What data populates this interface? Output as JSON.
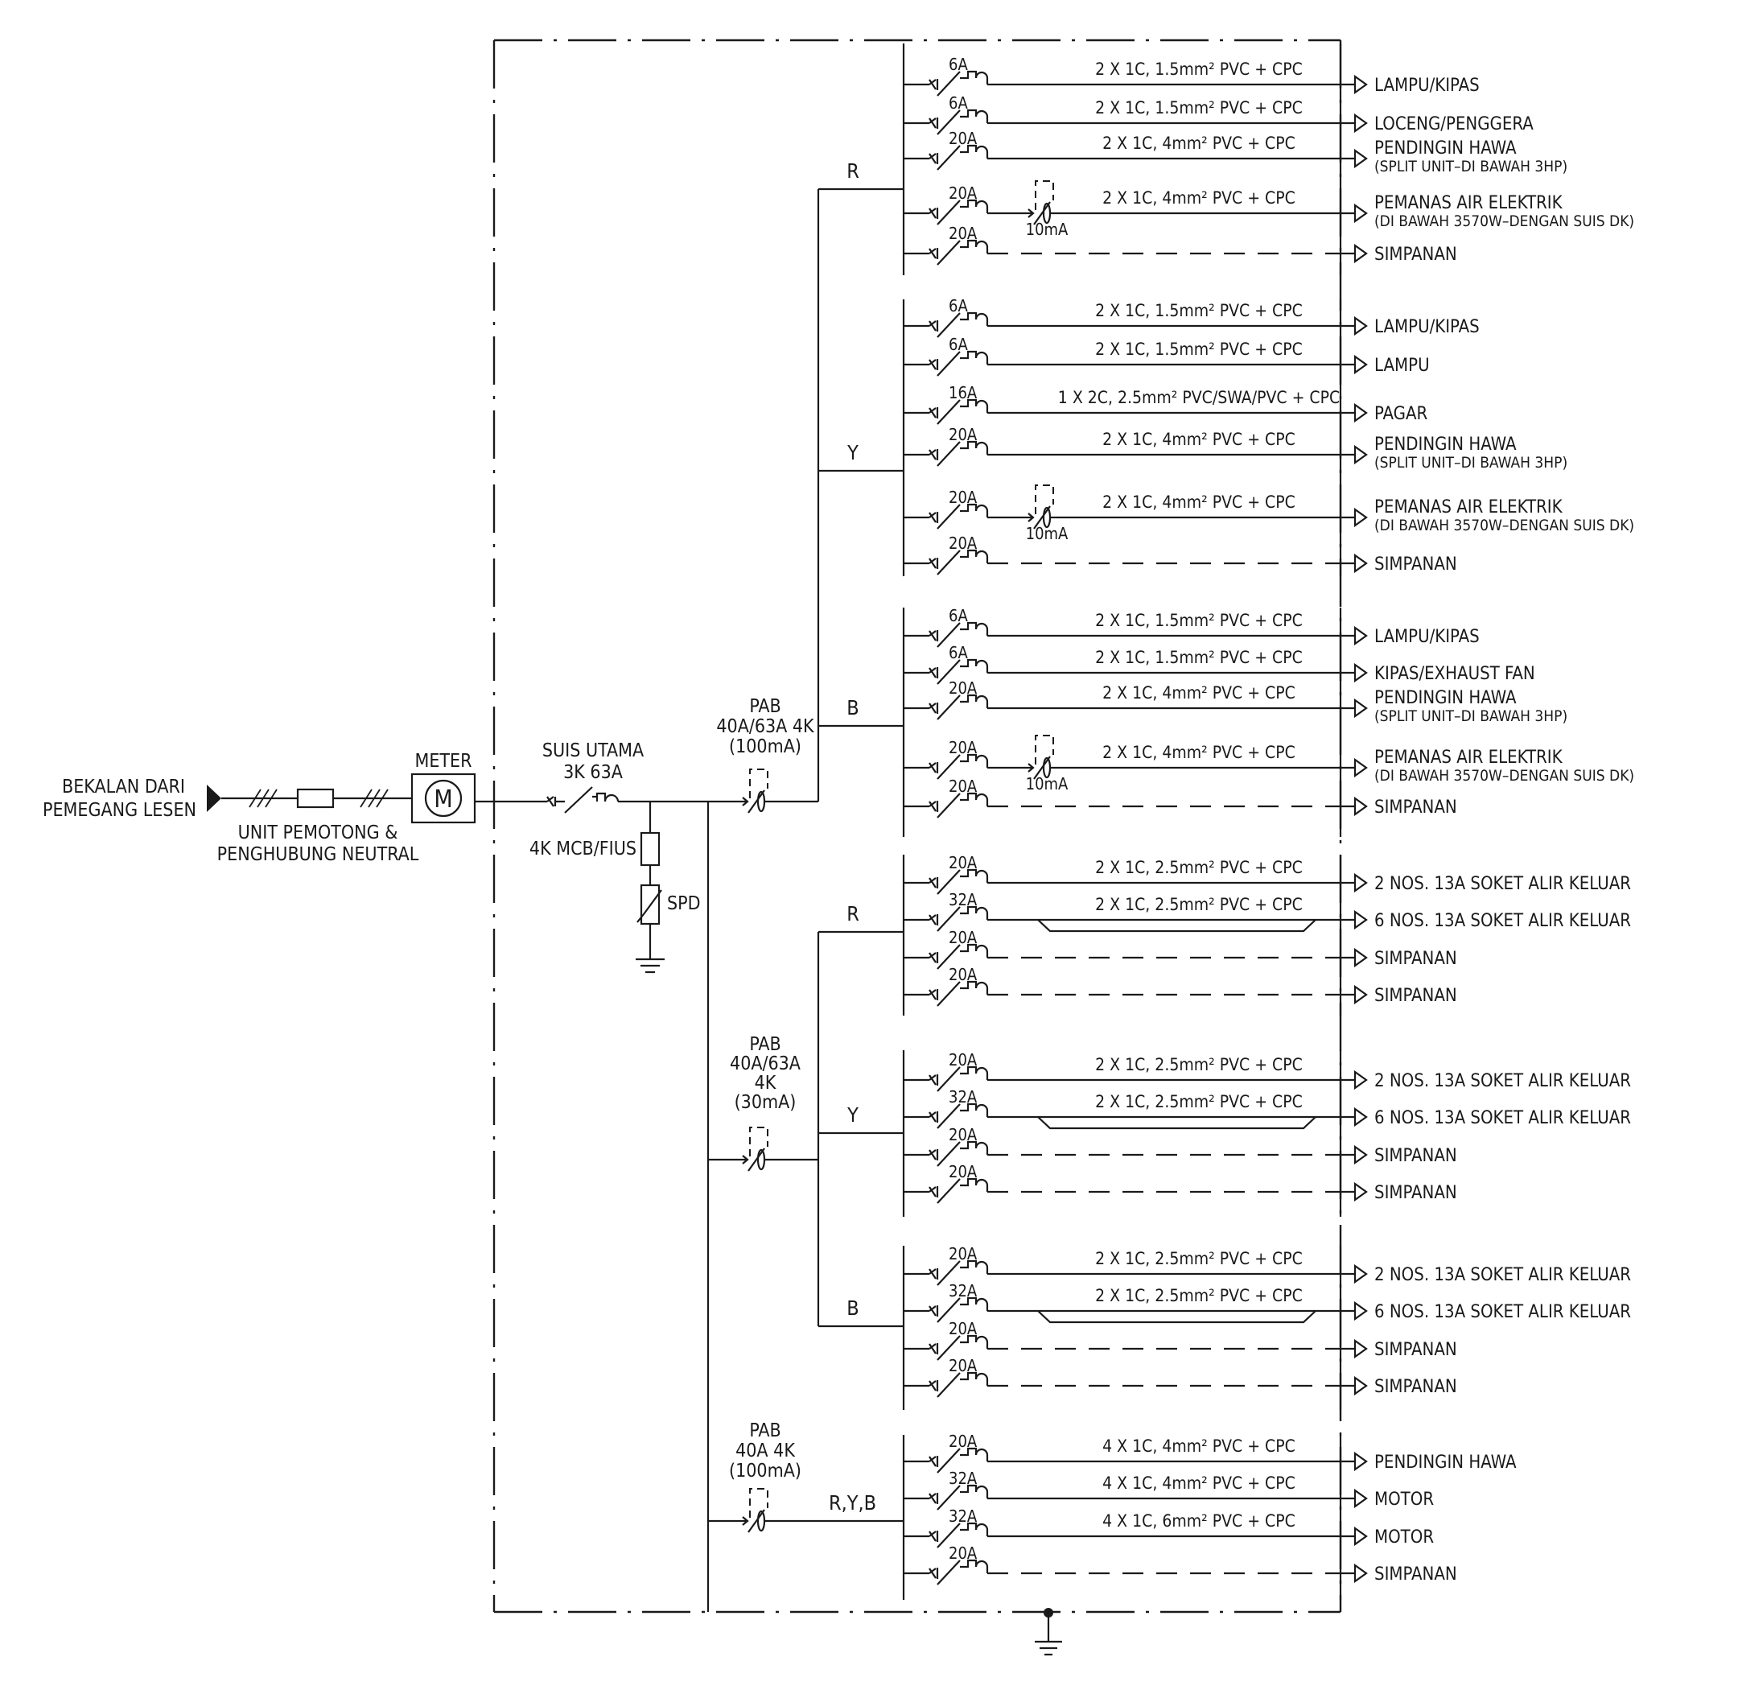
{
  "supply": {
    "label_line1": "BEKALAN DARI",
    "label_line2": "PEMEGANG LESEN",
    "cutout_line1": "UNIT PEMOTONG &",
    "cutout_line2": "PENGHUBUNG NEUTRAL",
    "meter_label": "METER",
    "meter_symbol": "M"
  },
  "main_switch": {
    "line1": "SUIS UTAMA",
    "line2": "3K 63A"
  },
  "spd": {
    "mcb_label": "4K MCB/FIUS",
    "label": "SPD"
  },
  "rccbs": [
    {
      "lines": [
        "PAB",
        "40A/63A 4K",
        "(100mA)"
      ]
    },
    {
      "lines": [
        "PAB",
        "40A/63A",
        "4K",
        "(30mA)"
      ]
    },
    {
      "lines": [
        "PAB",
        "40A 4K",
        "(100mA)"
      ],
      "bus_label": "R,Y,B"
    }
  ],
  "groups": [
    {
      "phase": "R",
      "circuits": [
        {
          "rating": "6A",
          "cable": "2 X 1C, 1.5mm² PVC + CPC",
          "load": "LAMPU/KIPAS"
        },
        {
          "rating": "6A",
          "cable": "2 X 1C, 1.5mm² PVC + CPC",
          "load": "LOCENG/PENGGERA"
        },
        {
          "rating": "20A",
          "cable": "2 X 1C, 4mm² PVC + CPC",
          "load": "PENDINGIN HAWA",
          "sub": "(SPLIT UNIT–DI BAWAH 3HP)"
        },
        {
          "rating": "20A",
          "cable": "2 X 1C, 4mm² PVC + CPC",
          "load": "PEMANAS AIR ELEKTRIK",
          "sub": "(DI BAWAH 3570W–DENGAN SUIS DK)",
          "rcd": "10mA"
        },
        {
          "rating": "20A",
          "spare": true,
          "load": "SIMPANAN"
        }
      ]
    },
    {
      "phase": "Y",
      "circuits": [
        {
          "rating": "6A",
          "cable": "2 X 1C, 1.5mm² PVC + CPC",
          "load": "LAMPU/KIPAS"
        },
        {
          "rating": "6A",
          "cable": "2 X 1C, 1.5mm² PVC + CPC",
          "load": "LAMPU"
        },
        {
          "rating": "16A",
          "cable": "1 X 2C, 2.5mm² PVC/SWA/PVC + CPC",
          "load": "PAGAR"
        },
        {
          "rating": "20A",
          "cable": "2 X 1C, 4mm² PVC + CPC",
          "load": "PENDINGIN HAWA",
          "sub": "(SPLIT UNIT–DI BAWAH 3HP)"
        },
        {
          "rating": "20A",
          "cable": "2 X 1C, 4mm² PVC + CPC",
          "load": "PEMANAS AIR ELEKTRIK",
          "sub": "(DI BAWAH 3570W–DENGAN SUIS DK)",
          "rcd": "10mA"
        },
        {
          "rating": "20A",
          "spare": true,
          "load": "SIMPANAN"
        }
      ]
    },
    {
      "phase": "B",
      "circuits": [
        {
          "rating": "6A",
          "cable": "2 X 1C, 1.5mm² PVC + CPC",
          "load": "LAMPU/KIPAS"
        },
        {
          "rating": "6A",
          "cable": "2 X 1C, 1.5mm² PVC + CPC",
          "load": "KIPAS/EXHAUST FAN"
        },
        {
          "rating": "20A",
          "cable": "2 X 1C, 4mm² PVC + CPC",
          "load": "PENDINGIN HAWA",
          "sub": "(SPLIT UNIT–DI BAWAH 3HP)"
        },
        {
          "rating": "20A",
          "cable": "2 X 1C, 4mm² PVC + CPC",
          "load": "PEMANAS AIR ELEKTRIK",
          "sub": "(DI BAWAH 3570W–DENGAN SUIS DK)",
          "rcd": "10mA"
        },
        {
          "rating": "20A",
          "spare": true,
          "load": "SIMPANAN"
        }
      ]
    },
    {
      "phase": "R",
      "circuits": [
        {
          "rating": "20A",
          "cable": "2 X 1C, 2.5mm² PVC + CPC",
          "load": "2 NOS. 13A SOKET ALIR KELUAR"
        },
        {
          "rating": "32A",
          "cable": "2 X 1C, 2.5mm² PVC + CPC",
          "load": "6 NOS. 13A SOKET ALIR KELUAR",
          "ring": true
        },
        {
          "rating": "20A",
          "spare": true,
          "load": "SIMPANAN"
        },
        {
          "rating": "20A",
          "spare": true,
          "load": "SIMPANAN"
        }
      ]
    },
    {
      "phase": "Y",
      "circuits": [
        {
          "rating": "20A",
          "cable": "2 X 1C, 2.5mm² PVC + CPC",
          "load": "2 NOS. 13A SOKET ALIR KELUAR"
        },
        {
          "rating": "32A",
          "cable": "2 X 1C, 2.5mm² PVC + CPC",
          "load": "6 NOS. 13A SOKET ALIR KELUAR",
          "ring": true
        },
        {
          "rating": "20A",
          "spare": true,
          "load": "SIMPANAN"
        },
        {
          "rating": "20A",
          "spare": true,
          "load": "SIMPANAN"
        }
      ]
    },
    {
      "phase": "B",
      "circuits": [
        {
          "rating": "20A",
          "cable": "2 X 1C, 2.5mm² PVC + CPC",
          "load": "2 NOS. 13A SOKET ALIR KELUAR"
        },
        {
          "rating": "32A",
          "cable": "2 X 1C, 2.5mm² PVC + CPC",
          "load": "6 NOS. 13A SOKET ALIR KELUAR",
          "ring": true
        },
        {
          "rating": "20A",
          "spare": true,
          "load": "SIMPANAN"
        },
        {
          "rating": "20A",
          "spare": true,
          "load": "SIMPANAN"
        }
      ]
    },
    {
      "phase": "",
      "circuits": [
        {
          "rating": "20A",
          "cable": "4 X 1C, 4mm² PVC + CPC",
          "load": "PENDINGIN HAWA"
        },
        {
          "rating": "32A",
          "cable": "4 X 1C, 4mm² PVC + CPC",
          "load": "MOTOR"
        },
        {
          "rating": "32A",
          "cable": "4 X 1C, 6mm² PVC + CPC",
          "load": "MOTOR"
        },
        {
          "rating": "20A",
          "spare": true,
          "load": "SIMPANAN"
        }
      ]
    }
  ]
}
